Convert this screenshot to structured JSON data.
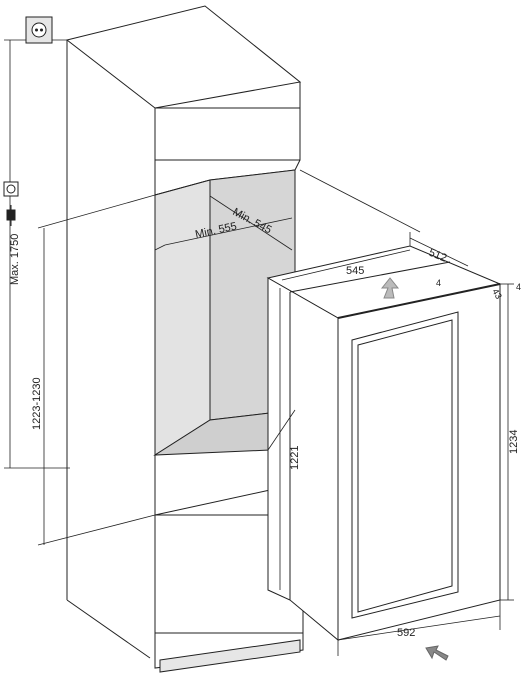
{
  "dimensions": {
    "max_socket_height": "Max. 1750",
    "niche_height": "1223-1230",
    "niche_depth_min": "Min. 545",
    "niche_width_min": "Min. 555",
    "appliance_width_top": "545",
    "appliance_depth": "512",
    "door_offset": "4",
    "hinge_gap": "43",
    "side_gap": "4",
    "appliance_height": "1221",
    "total_height": "1234",
    "door_width": "592"
  },
  "icons": {
    "wall_socket": "power-socket-icon",
    "socket_symbol": "socket-symbol-icon",
    "plug": "plug-icon",
    "up_arrow": "airflow-up-arrow-icon",
    "front_arrow": "airflow-front-arrow-icon"
  },
  "colors": {
    "line": "#222222",
    "niche_fill": "#d9d9d9",
    "kick_fill": "#e0e0e0",
    "socket_fill": "#e6e6e6"
  }
}
